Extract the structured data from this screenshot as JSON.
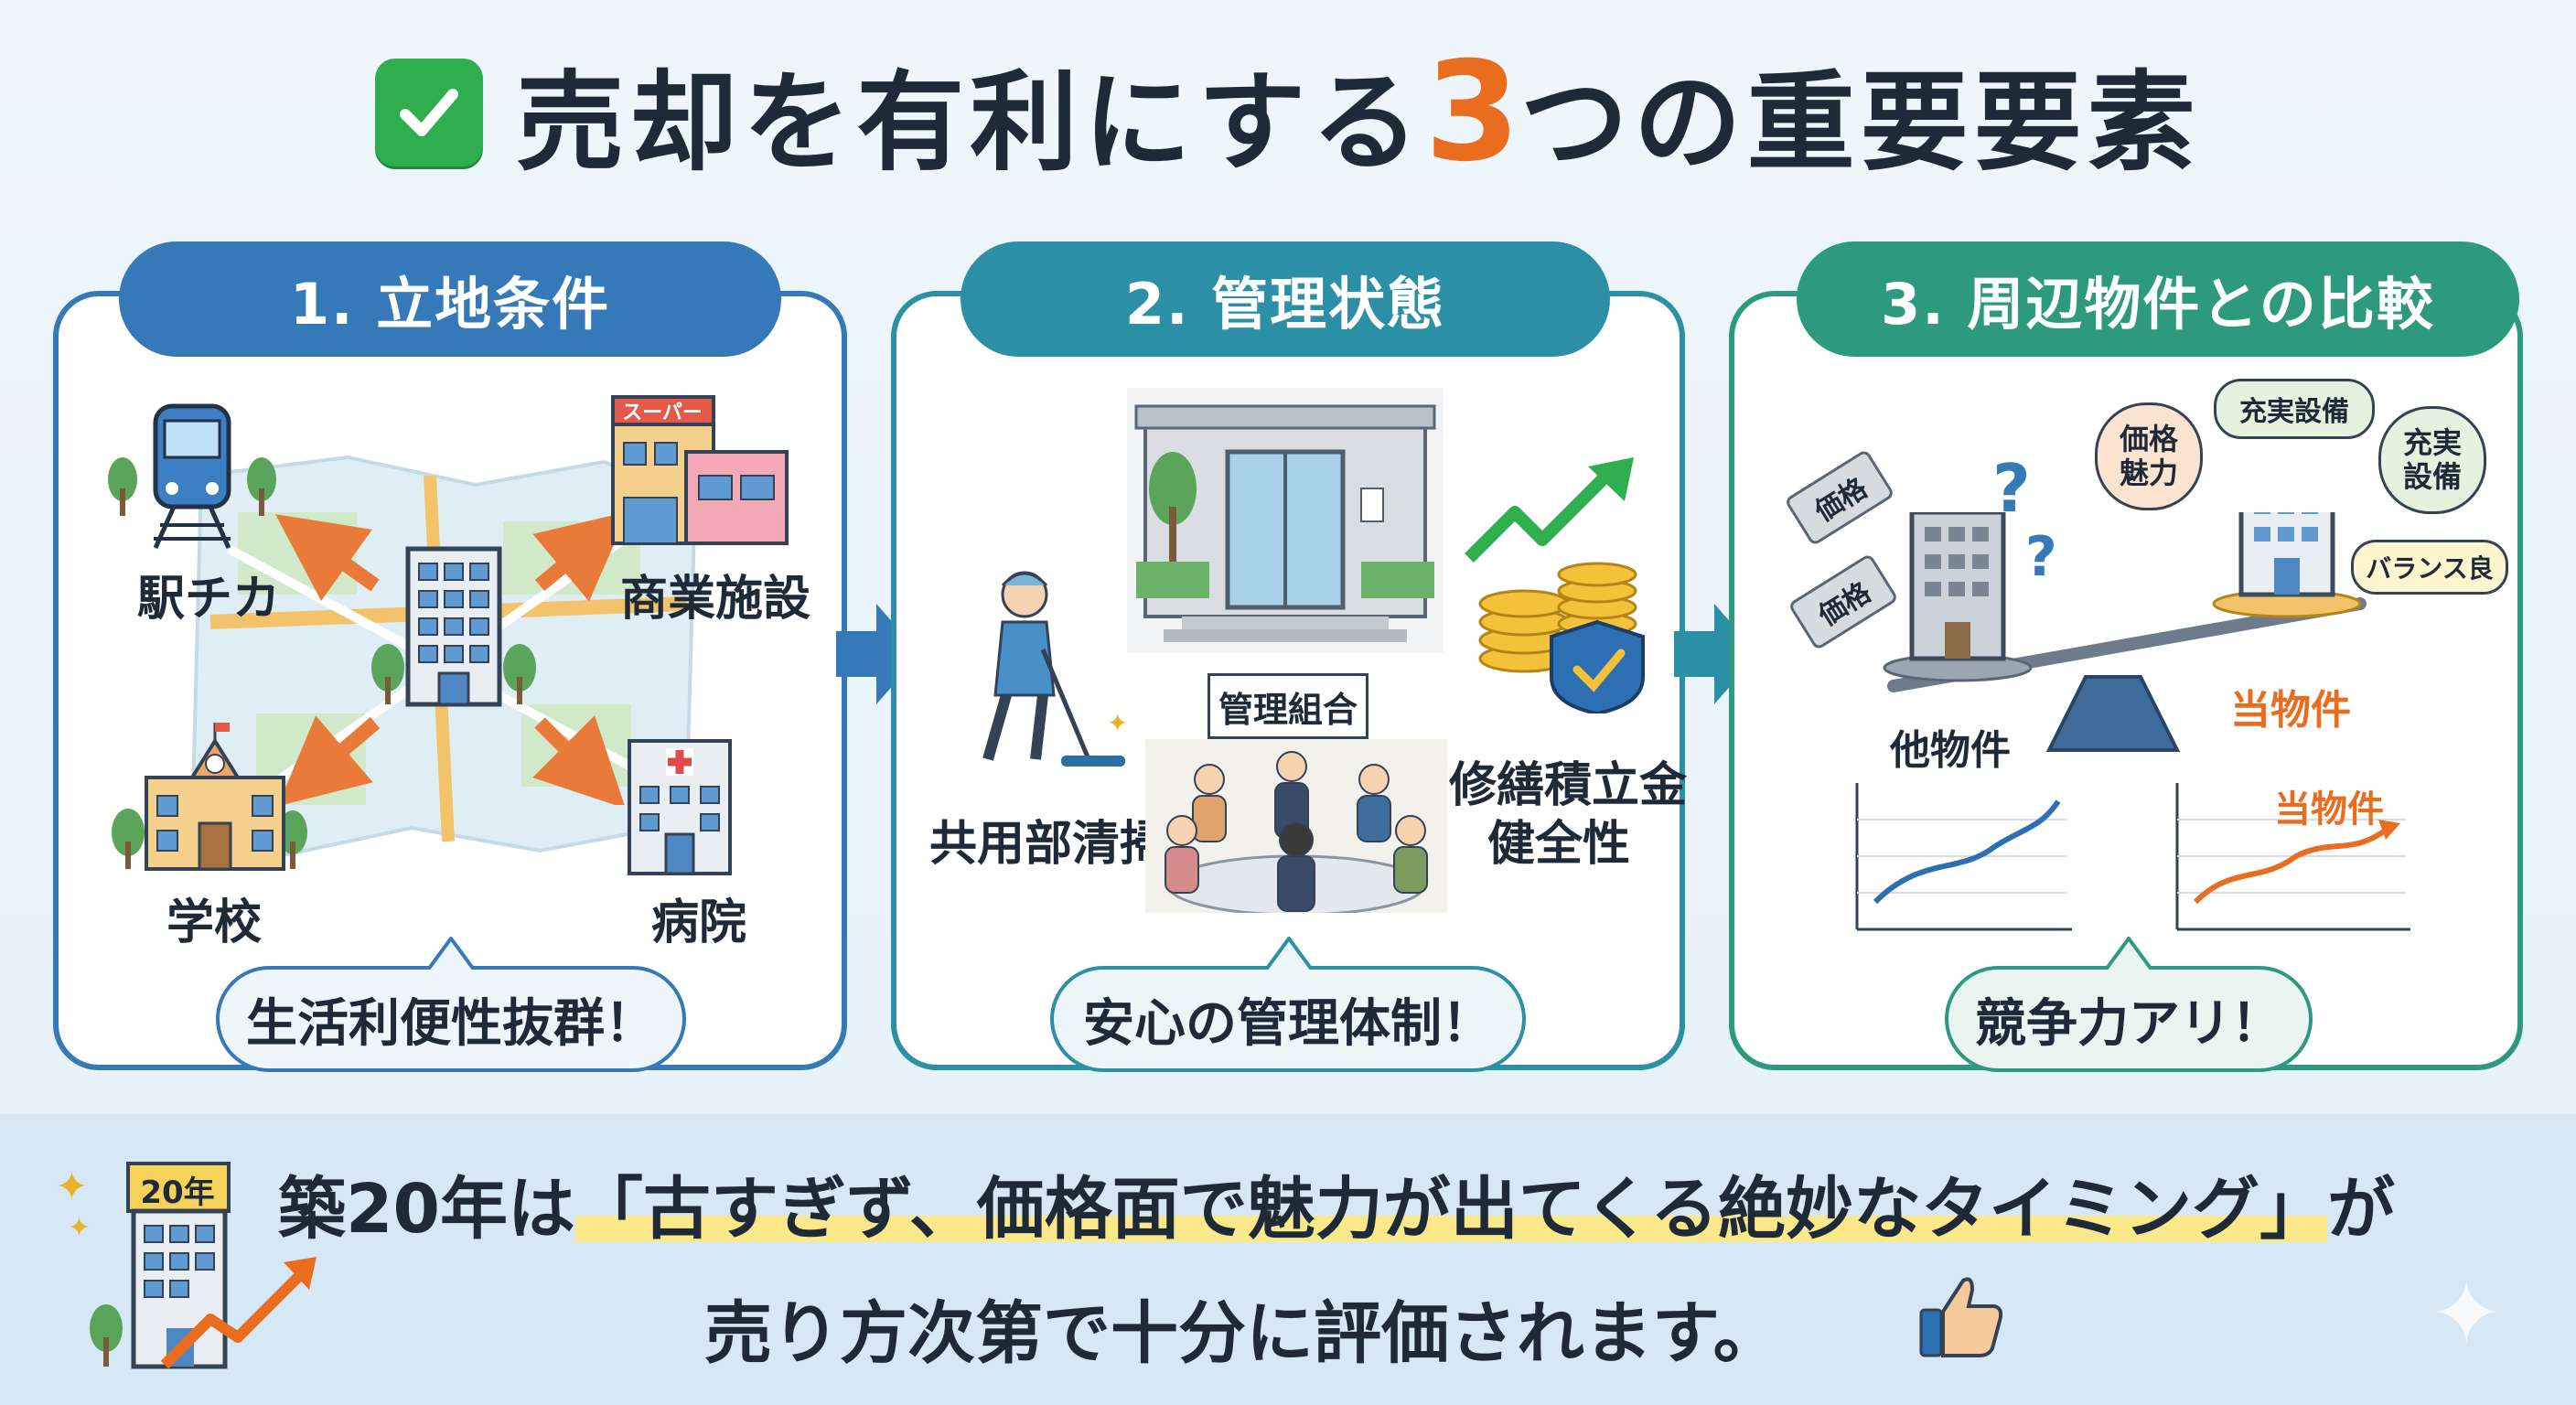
{
  "title": {
    "main_before": "売却を有利にする",
    "number": "3",
    "main_after": "つの重要要素"
  },
  "colors": {
    "blue": "#3579b8",
    "teal": "#2b8fa5",
    "green": "#2d9a80",
    "orange": "#ea6d1f",
    "check": "#2fae4e"
  },
  "panels": [
    {
      "header": "1. 立地条件",
      "labels": {
        "station": "駅チカ",
        "commercial": "商業施設",
        "school": "学校",
        "hospital": "病院",
        "super_sign": "スーパー"
      },
      "bubble": "生活利便性抜群！"
    },
    {
      "header": "2. 管理状態",
      "labels": {
        "cleaning": "共用部清掃",
        "association": "管理組合",
        "repair_line1": "修繕積立金",
        "repair_line2": "健全性"
      },
      "bubble": "安心の管理体制！"
    },
    {
      "header": "3. 周辺物件との比較",
      "labels": {
        "price_tag1": "価格",
        "price_tag2": "価格",
        "speech_price": "価格\n魅力",
        "speech_facility1": "充実設備",
        "speech_facility2": "充実\n設備",
        "speech_balance": "バランス良",
        "other_property": "他物件",
        "this_property": "当物件",
        "graph_this_property": "当物件"
      },
      "bubble": "競争力アリ！"
    }
  ],
  "bottom": {
    "badge": "20年",
    "line1_prefix": "築20年は",
    "line1_quote": "「古すぎず、価格面で魅力が出てくる絶妙なタイミング」",
    "line1_suffix": "が",
    "line2": "売り方次第で十分に評価されます。"
  }
}
